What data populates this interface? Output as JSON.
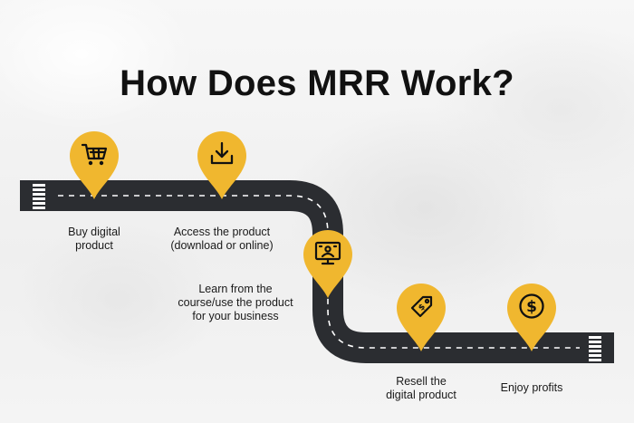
{
  "title": "How Does MRR Work?",
  "colors": {
    "road": "#2b2d31",
    "pin": "#f0b72f",
    "icon": "#111111",
    "dash": "#ffffff"
  },
  "steps": [
    {
      "label": "Buy digital\nproduct",
      "icon": "shopping-cart-icon"
    },
    {
      "label": "Access the product\n(download or online)",
      "icon": "download-icon"
    },
    {
      "label": "Learn from the\ncourse/use the product\nfor your business",
      "icon": "monitor-person-icon"
    },
    {
      "label": "Resell the\ndigital product",
      "icon": "price-tag-icon"
    },
    {
      "label": "Enjoy profits",
      "icon": "dollar-coin-icon"
    }
  ]
}
